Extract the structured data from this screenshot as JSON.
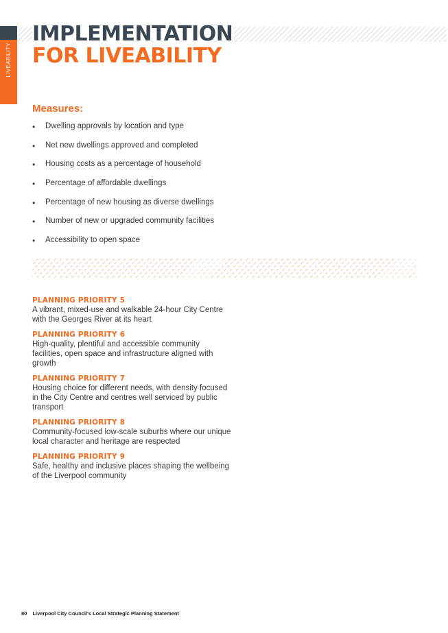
{
  "side_tab": {
    "label": "LIVEABILITY",
    "colors": {
      "dark": "#3a4651",
      "orange": "#f26b21"
    }
  },
  "title": {
    "line1": "IMPLEMENTATION",
    "line2": "FOR LIVEABILITY"
  },
  "measures": {
    "heading": "Measures:",
    "items": [
      "Dwelling approvals by location and type",
      "Net new dwellings approved and completed",
      "Housing costs as a percentage of household",
      "Percentage of affordable dwellings",
      "Percentage of new housing as diverse dwellings",
      "Number of new or upgraded community facilities",
      "Accessibility to open space"
    ]
  },
  "priorities": [
    {
      "label": "PLANNING PRIORITY 5",
      "text": "A vibrant, mixed-use and walkable 24-hour City Centre with the Georges River at its heart"
    },
    {
      "label": "PLANNING PRIORITY 6",
      "text": "High-quality, plentiful and accessible community facilities, open space and infrastructure aligned with growth"
    },
    {
      "label": "PLANNING PRIORITY 7",
      "text": "Housing choice for different needs, with density focused in the City Centre and centres well serviced by public transport"
    },
    {
      "label": "PLANNING PRIORITY 8",
      "text": "Community-focused low-scale suburbs where our unique local character and heritage are respected"
    },
    {
      "label": "PLANNING PRIORITY 9",
      "text": "Safe, healthy and inclusive places shaping the wellbeing of the Liverpool community"
    }
  ],
  "footer": {
    "page_number": "80",
    "text": "Liverpool City Council's Local Strategic Planning Statement"
  }
}
